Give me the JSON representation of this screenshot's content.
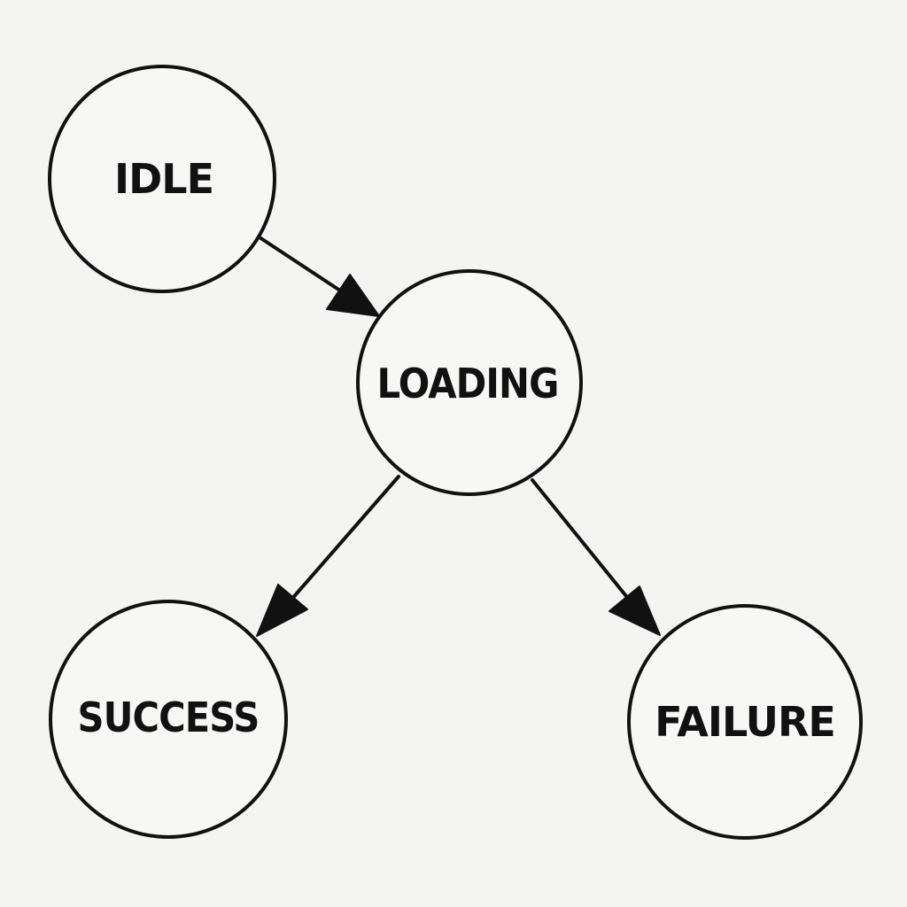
{
  "diagram": {
    "colors": {
      "background": "#f4f4f3",
      "stroke": "#111111",
      "text": "#111111"
    },
    "states": [
      {
        "id": "idle",
        "label": "IDLE"
      },
      {
        "id": "loading",
        "label": "LOADING"
      },
      {
        "id": "success",
        "label": "SUCCESS"
      },
      {
        "id": "failure",
        "label": "FAILURE"
      }
    ],
    "transitions": [
      {
        "from": "idle",
        "to": "loading"
      },
      {
        "from": "loading",
        "to": "success"
      },
      {
        "from": "loading",
        "to": "failure"
      }
    ]
  }
}
